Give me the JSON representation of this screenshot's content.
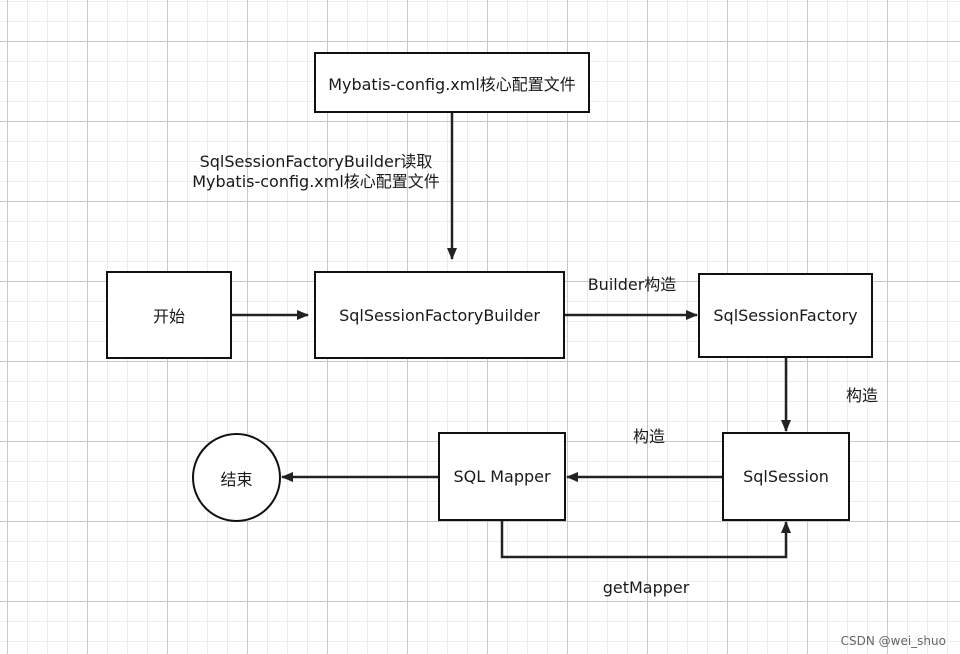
{
  "nodes": {
    "config_file": "Mybatis-config.xml核心配置文件",
    "start": "开始",
    "builder": "SqlSessionFactoryBuilder",
    "factory": "SqlSessionFactory",
    "session": "SqlSession",
    "mapper": "SQL Mapper",
    "end": "结束"
  },
  "edges": {
    "read_config_line1": "SqlSessionFactoryBuilder读取",
    "read_config_line2": "Mybatis-config.xml核心配置文件",
    "builder_to_factory": "Builder构造",
    "factory_to_session": "构造",
    "session_to_mapper": "构造",
    "mapper_to_session": "getMapper"
  },
  "watermark": "CSDN @wei_shuo"
}
